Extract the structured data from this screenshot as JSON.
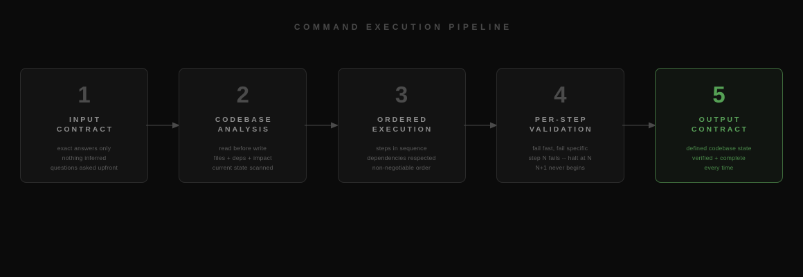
{
  "page": {
    "title": "COMMAND EXECUTION PIPELINE",
    "background_color": "#0b0b0b",
    "accent_color": "#55a055",
    "muted_color": "#5d5d5d",
    "card_border_color": "#2b2b2b",
    "accent_border_color": "#3e6b3c"
  },
  "pipeline": {
    "connector_icon": "arrow-right-icon",
    "steps": [
      {
        "number": "1",
        "title_line1": "INPUT",
        "title_line2": "CONTRACT",
        "lines": [
          "exact answers only",
          "nothing inferred",
          "questions asked upfront"
        ],
        "accent": false
      },
      {
        "number": "2",
        "title_line1": "CODEBASE",
        "title_line2": "ANALYSIS",
        "lines": [
          "read before write",
          "files + deps + impact",
          "current state scanned"
        ],
        "accent": false
      },
      {
        "number": "3",
        "title_line1": "ORDERED",
        "title_line2": "EXECUTION",
        "lines": [
          "steps in sequence",
          "dependencies respected",
          "non-negotiable order"
        ],
        "accent": false
      },
      {
        "number": "4",
        "title_line1": "PER-STEP",
        "title_line2": "VALIDATION",
        "lines": [
          "fail fast, fail specific",
          "step N fails -- halt at N",
          "N+1 never begins"
        ],
        "accent": false
      },
      {
        "number": "5",
        "title_line1": "OUTPUT",
        "title_line2": "CONTRACT",
        "lines": [
          "defined codebase state",
          "verified + complete",
          "every time"
        ],
        "accent": true
      }
    ]
  }
}
